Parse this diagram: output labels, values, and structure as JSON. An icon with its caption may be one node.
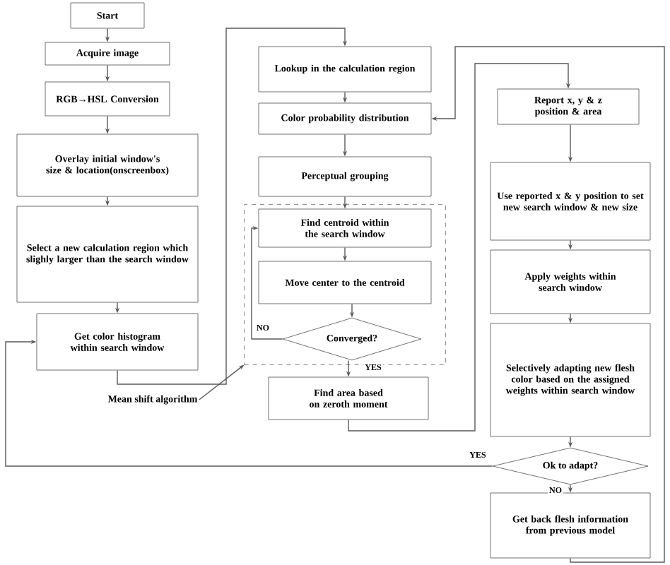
{
  "diagram": {
    "nodes": [
      {
        "text": [
          "Start"
        ]
      },
      {
        "text": [
          "Acquire image"
        ]
      },
      {
        "text": [
          "RGB→HSL Conversion"
        ]
      },
      {
        "text": [
          "Overlay initial window's size & location(onscreenbox)"
        ]
      },
      {
        "text": [
          "Select a new calculation region which slighly larger than the search window"
        ]
      },
      {
        "text": [
          "Get color histogram within search window"
        ]
      },
      {
        "text": [
          "Lookup in the calculation region"
        ]
      },
      {
        "text": [
          "Color probability distribution"
        ]
      },
      {
        "text": [
          "Perceptual grouping"
        ]
      },
      {
        "text": [],
        "shape": "box"
      },
      {
        "text": [
          "Find centroid within the search window"
        ],
        "in": 9
      },
      {
        "text": [
          "Move center to the centroid"
        ],
        "in": 9
      },
      {
        "text": [
          "Converged?"
        ],
        "in": 9
      },
      {
        "text": [
          "Find area based on zeroth moment"
        ]
      },
      {
        "text": [
          "Report x, y & z position & area"
        ]
      },
      {
        "text": [
          "Use reported x & y position to set new search window & new size"
        ]
      },
      {
        "text": [
          "Apply weights within search window"
        ]
      },
      {
        "text": [
          "Selectively adapting new flesh color based on the assigned weights within search window"
        ]
      },
      {
        "text": [
          "Ok to adapt?"
        ]
      },
      {
        "text": [
          "Get back flesh information from previous model"
        ]
      },
      {
        "text": [
          "Mean shift algorithm"
        ]
      }
    ],
    "edges": [
      {
        "from": 0,
        "to": 1,
        "arrow": "to"
      },
      {
        "from": 1,
        "to": 2,
        "arrow": "to"
      },
      {
        "from": 2,
        "to": 3,
        "arrow": "to"
      },
      {
        "from": 3,
        "to": 4,
        "arrow": "to"
      },
      {
        "from": 4,
        "to": 5,
        "arrow": "to"
      },
      {
        "from": 5,
        "to": 6,
        "arrow": "to"
      },
      {
        "from": 6,
        "to": 7,
        "arrow": "to"
      },
      {
        "from": 7,
        "to": 8,
        "arrow": "to"
      },
      {
        "from": 8,
        "to": 10,
        "arrow": "to"
      },
      {
        "from": 10,
        "to": 11,
        "arrow": "to"
      },
      {
        "from": 11,
        "to": 12,
        "arrow": "to"
      },
      {
        "from": 12,
        "to": 10,
        "arrow": "to",
        "label": "NO"
      },
      {
        "from": 12,
        "to": 13,
        "arrow": "to",
        "label": "YES"
      },
      {
        "from": 13,
        "to": 14,
        "arrow": "to"
      },
      {
        "from": 14,
        "to": 15,
        "arrow": "to"
      },
      {
        "from": 15,
        "to": 16,
        "arrow": "to"
      },
      {
        "from": 16,
        "to": 17,
        "arrow": "to"
      },
      {
        "from": 17,
        "to": 18,
        "arrow": "to"
      },
      {
        "from": 18,
        "to": 19,
        "arrow": "to",
        "label": "NO"
      },
      {
        "from": 18,
        "to": 5,
        "arrow": "to",
        "label": "YES"
      },
      {
        "from": 19,
        "to": 7,
        "arrow": "to"
      },
      {
        "from": 20,
        "to": 9,
        "arrow": "to"
      }
    ]
  }
}
